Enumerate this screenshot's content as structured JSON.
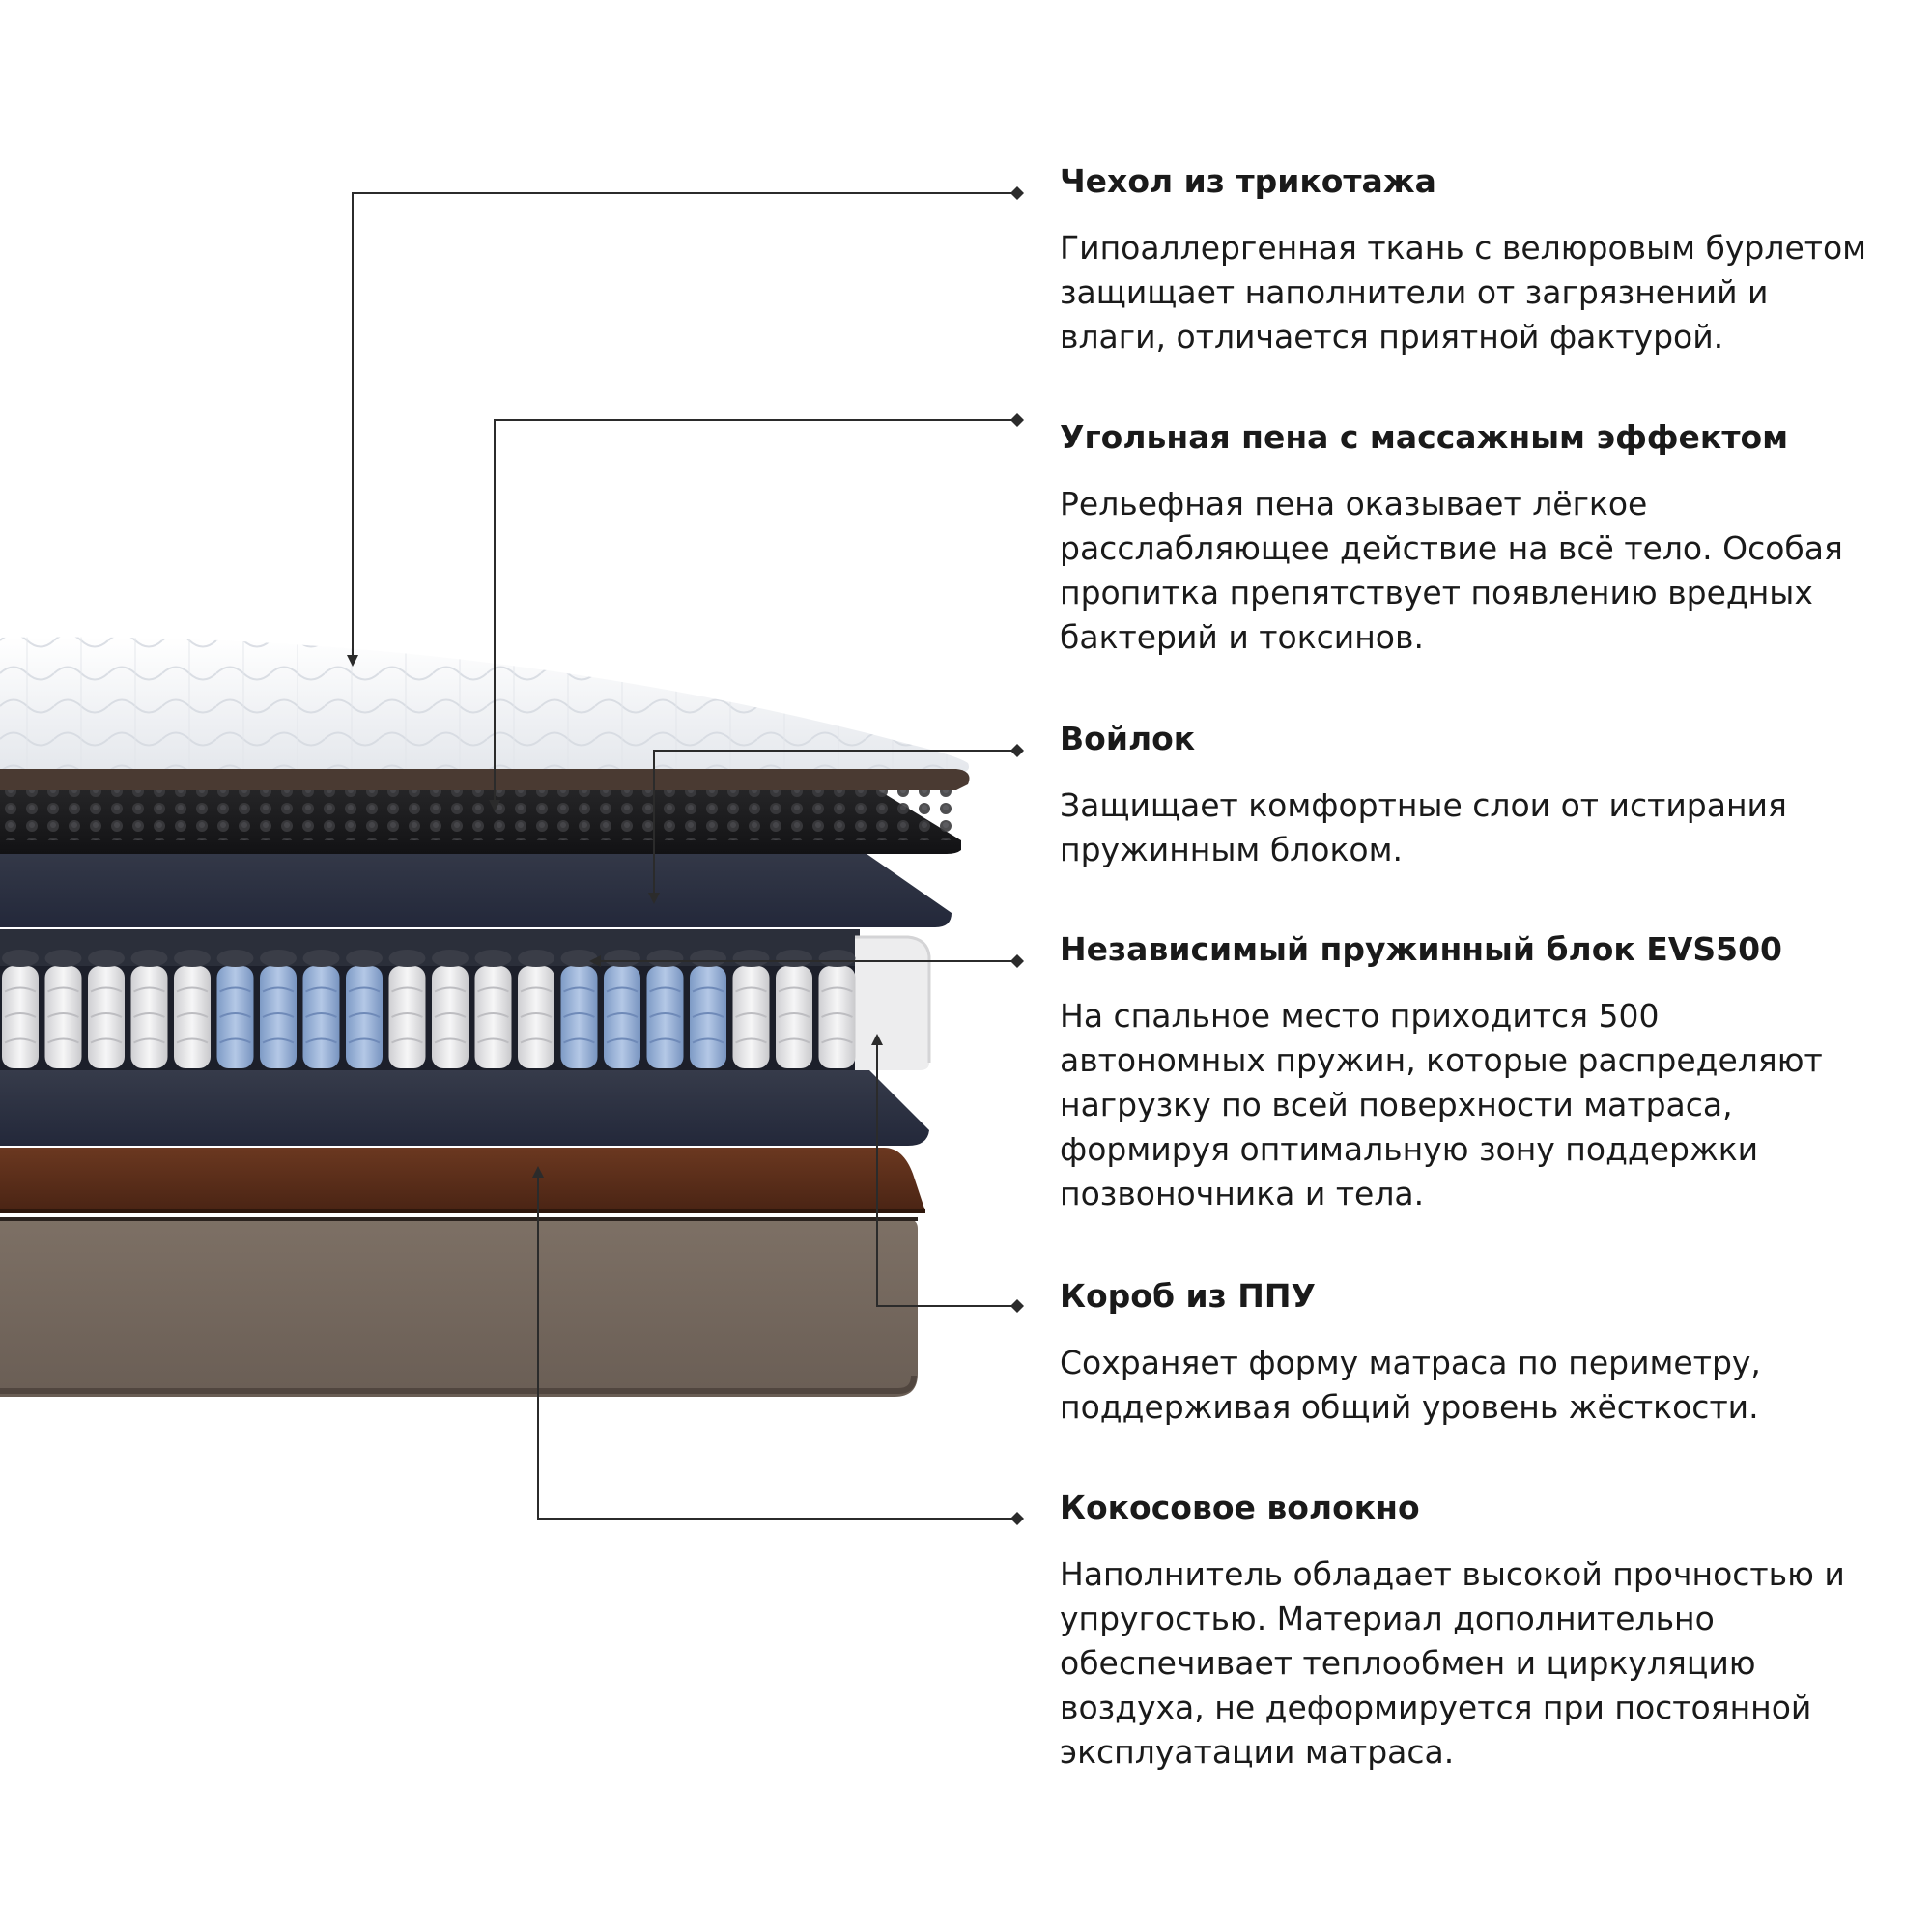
{
  "features": [
    {
      "title": "Чехол из трикотажа",
      "description": "Гипоаллергенная ткань с велюровым бурлетом\nзащищает наполнители от загрязнений и\nвлаги, отличается приятной фактурой."
    },
    {
      "title": "Угольная пена с массажным эффектом",
      "description": "Рельефная пена оказывает лёгкое\nрасслабляющее действие на всё тело. Особая\nпропитка препятствует появлению вредных\nбактерий и токсинов."
    },
    {
      "title": "Войлок",
      "description": "Защищает комфортные слои от истирания\nпружинным блоком."
    },
    {
      "title": "Независимый пружинный блок EVS500",
      "description": "На спальное место приходится 500\nавтономных пружин, которые распределяют\nнагрузку по всей поверхности матраса,\nформируя оптимальную зону поддержки\nпозвоночника и тела."
    },
    {
      "title": "Короб из ППУ",
      "description": "Сохраняет форму матраса по периметру,\nподдерживая общий уровень жёсткости."
    },
    {
      "title": "Кокосовое волокно",
      "description": "Наполнитель обладает высокой прочностью и\nупругостью. Материал дополнительно\nобеспечивает теплообмен и циркуляцию\nвоздуха, не деформируется при постоянной\nэксплуатации матраса."
    }
  ],
  "colors": {
    "text": "#1a1a1a",
    "leader_line": "#2b2b2b",
    "cover": "#f2f4f7",
    "charcoal_foam": "#1f1f21",
    "felt": "#2c3140",
    "spring_white": "#e6e6e6",
    "spring_blue": "#9bb3d6",
    "foam_box": "#ededee",
    "coconut": "#5a2e1a",
    "base": "#74685e"
  }
}
